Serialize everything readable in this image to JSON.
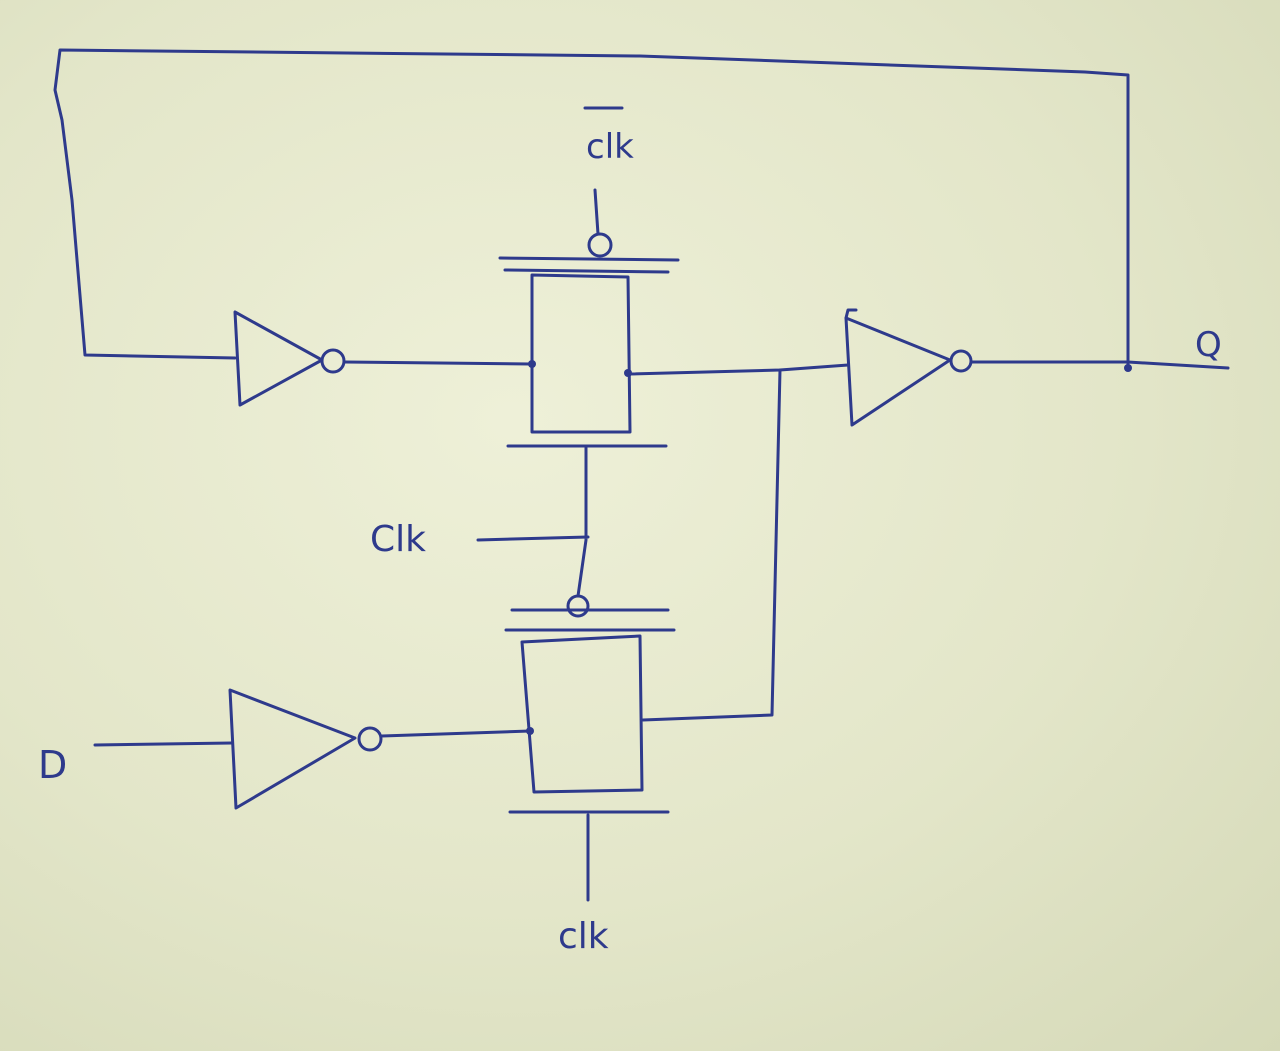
{
  "diagram": {
    "labels": {
      "clk_bar": "clk",
      "clk_mid": "Clk",
      "clk_bottom": "clk",
      "input_d": "D",
      "output_q": "Q"
    },
    "colors": {
      "ink": "#2e3a8c",
      "paper": "#e4e7cc"
    }
  }
}
